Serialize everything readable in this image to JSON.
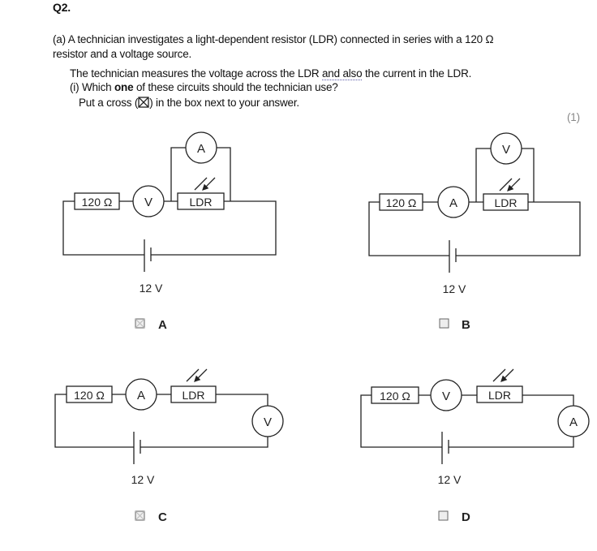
{
  "question_number": "Q2.",
  "intro": "(a)  A technician investigates a light-dependent resistor (LDR) connected in series with a 120 Ω",
  "intro_cont": "resistor and a voltage source.",
  "measure_pre": "The technician measures the voltage across the LDR ",
  "measure_dotted": "and also",
  "measure_post": " the current in the LDR.",
  "part_label": "(i)",
  "which_pre": "Which ",
  "which_bold": "one",
  "which_post": " of these circuits should the technician use?",
  "cross_pre": "Put a cross (",
  "cross_post": ") in the box next to your answer.",
  "marks": "(1)",
  "circuits": [
    {
      "option": "A",
      "resistor": "120 Ω",
      "series_meter": "V",
      "parallel_meter": "A",
      "ldr": "LDR",
      "supply": "12 V"
    },
    {
      "option": "B",
      "resistor": "120 Ω",
      "series_meter": "A",
      "parallel_meter": "V",
      "ldr": "LDR",
      "supply": "12 V"
    },
    {
      "option": "C",
      "resistor": "120 Ω",
      "series_meter": "A",
      "side_meter": "V",
      "ldr": "LDR",
      "supply": "12 V"
    },
    {
      "option": "D",
      "resistor": "120 Ω",
      "series_meter": "V",
      "side_meter": "A",
      "ldr": "LDR",
      "supply": "12 V"
    }
  ]
}
